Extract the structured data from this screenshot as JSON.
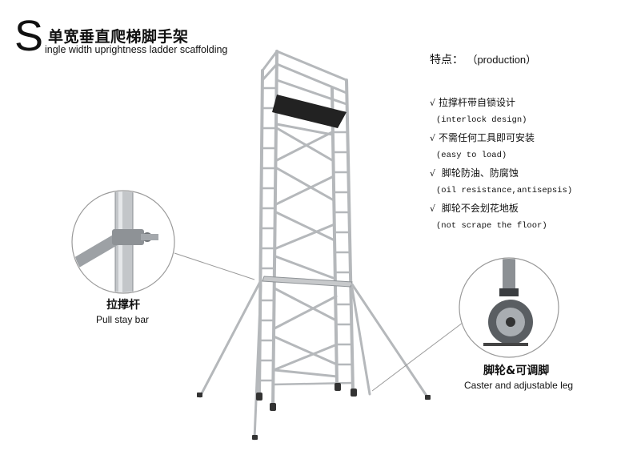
{
  "header": {
    "big_letter": "S",
    "title_cn": "单宽垂直爬梯脚手架",
    "title_en": "ingle width uprightness ladder scaffolding"
  },
  "features": {
    "title_cn": "特点：",
    "title_en": "（production）",
    "items": [
      {
        "check": "√",
        "cn": "拉撑杆带自锁设计",
        "en": "(interlock design)"
      },
      {
        "check": "√",
        "cn": "不需任何工具即可安装",
        "en": "(easy to load)"
      },
      {
        "check": "√",
        "cn": " 脚轮防油、防腐蚀",
        "en": "(oil resistance,antisepsis)"
      },
      {
        "check": "√",
        "cn": " 脚轮不会划花地板",
        "en": "(not scrape the floor)"
      }
    ]
  },
  "callouts": {
    "pull_stay_bar": {
      "cn": "拉撑杆",
      "en": "Pull stay bar"
    },
    "caster": {
      "cn": "脚轮&可调脚",
      "en": "Caster and adjustable leg"
    }
  },
  "colors": {
    "metal": "#b9bcbf",
    "metal_dark": "#7d8185",
    "platform": "#222222",
    "leader": "#9a9a9a"
  }
}
